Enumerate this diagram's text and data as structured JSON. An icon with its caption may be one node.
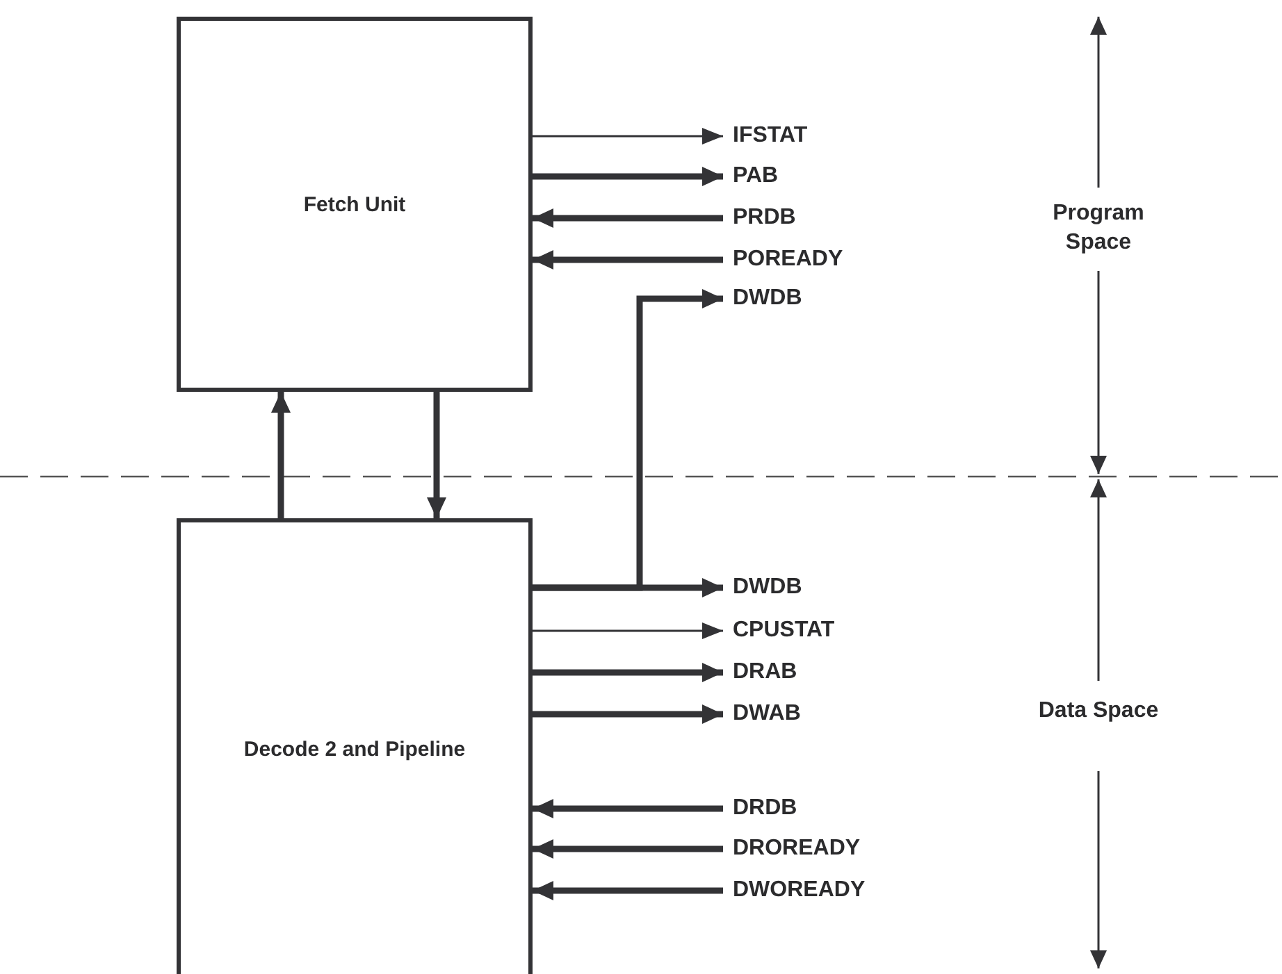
{
  "diagram": {
    "nodes": [
      {
        "text": [
          "Fetch Unit"
        ]
      },
      {
        "text": [
          "Decode 2 and Pipeline"
        ]
      },
      {
        "text": [
          "IFSTAT"
        ]
      },
      {
        "text": [
          "PAB"
        ]
      },
      {
        "text": [
          "PRDB"
        ]
      },
      {
        "text": [
          "POREADY"
        ]
      },
      {
        "text": [
          "DWDB"
        ]
      },
      {
        "text": [
          "DWDB"
        ]
      },
      {
        "text": [
          "CPUSTAT"
        ]
      },
      {
        "text": [
          "DRAB"
        ]
      },
      {
        "text": [
          "DWAB"
        ]
      },
      {
        "text": [
          "DRDB"
        ]
      },
      {
        "text": [
          "DROREADY"
        ]
      },
      {
        "text": [
          "DWOREADY"
        ]
      }
    ],
    "edges": [
      {
        "from": 0,
        "to": 2,
        "arrow": "to"
      },
      {
        "from": 0,
        "to": 3,
        "arrow": "to"
      },
      {
        "from": 4,
        "to": 0,
        "arrow": "to"
      },
      {
        "from": 5,
        "to": 0,
        "arrow": "to"
      },
      {
        "from": 1,
        "to": 6,
        "arrow": "to"
      },
      {
        "from": 1,
        "to": 7,
        "arrow": "to"
      },
      {
        "from": 1,
        "to": 8,
        "arrow": "to"
      },
      {
        "from": 1,
        "to": 9,
        "arrow": "to"
      },
      {
        "from": 1,
        "to": 10,
        "arrow": "to"
      },
      {
        "from": 11,
        "to": 1,
        "arrow": "to"
      },
      {
        "from": 12,
        "to": 1,
        "arrow": "to"
      },
      {
        "from": 13,
        "to": 1,
        "arrow": "to"
      },
      {
        "from": 1,
        "to": 0,
        "arrow": "to"
      },
      {
        "from": 0,
        "to": 1,
        "arrow": "to"
      }
    ],
    "labels": [
      "Program Space",
      "Data Space"
    ]
  }
}
